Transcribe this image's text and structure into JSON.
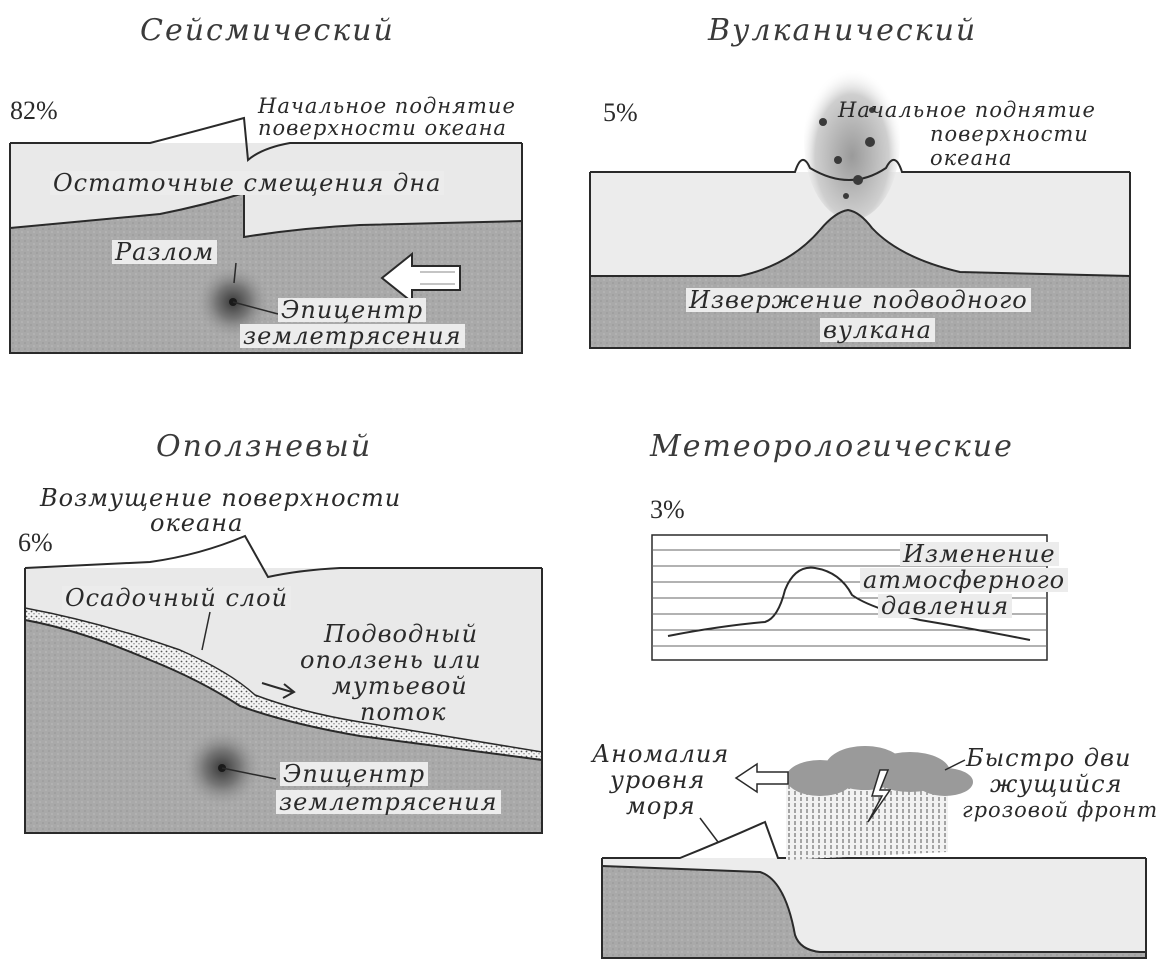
{
  "panels": {
    "seismic": {
      "title": "Сейсмический",
      "percent": "82%",
      "labels": {
        "uplift_line1": "Начальное поднятие",
        "uplift_line2": "поверхности океана",
        "residual": "Остаточные смещения дна",
        "fault": "Разлом",
        "epicenter_line1": "Эпицентр",
        "epicenter_line2": "землетрясения"
      }
    },
    "volcanic": {
      "title": "Вулканический",
      "percent": "5%",
      "labels": {
        "uplift_line1": "Начальное поднятие",
        "uplift_line2": "поверхности",
        "uplift_line3": "океана",
        "eruption_line1": "Извержение подводного",
        "eruption_line2": "вулкана"
      }
    },
    "landslide": {
      "title": "Оползневый",
      "percent": "6%",
      "labels": {
        "disturbance_line1": "Возмущение поверхности",
        "disturbance_line2": "океана",
        "sediment": "Осадочный слой",
        "slide_line1": "Подводный",
        "slide_line2": "оползень или",
        "slide_line3": "мутьевой",
        "slide_line4": "поток",
        "epicenter_line1": "Эпицентр",
        "epicenter_line2": "землетрясения"
      }
    },
    "meteorological": {
      "title": "Метеорологические",
      "percent": "3%",
      "labels": {
        "pressure_line1": "Изменение",
        "pressure_line2": "атмосферного",
        "pressure_line3": "давления",
        "anomaly_line1": "Аномалия",
        "anomaly_line2": "уровня",
        "anomaly_line3": "моря",
        "front_line1": "Быстро дви",
        "front_line2": "жущийся",
        "front_line3": "грозовой фронт"
      }
    }
  },
  "colors": {
    "water": "#e9e9e9",
    "ground": "#a9a9a9",
    "outline": "#2a2a2a",
    "cloud": "#9a9a9a"
  }
}
